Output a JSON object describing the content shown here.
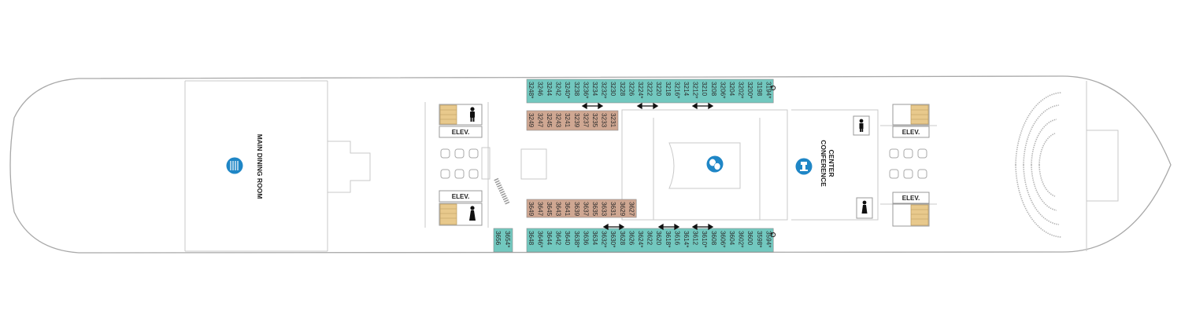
{
  "venues": {
    "dining": "MAIN DINING ROOM",
    "conference": "CONFERENCE CENTER",
    "elevator": "ELEV."
  },
  "icons": {
    "dining": "fork-knife-icon",
    "theater": "theater-masks-icon",
    "conference": "podium-icon",
    "restroom": "person-icon",
    "accessible": "wheelchair-icon",
    "connecting": "double-arrow-icon"
  },
  "colors": {
    "balcony": "#72c8bf",
    "interior": "#cfa792",
    "icon": "#1f86c6",
    "elevator": "#e8c98c"
  },
  "cabins": {
    "top_outer": [
      "3248*",
      "3246",
      "3244",
      "3242",
      "3240*",
      "3238",
      "3236*",
      "3234",
      "3232*",
      "3230",
      "3228",
      "3226",
      "3224*",
      "3222",
      "3220",
      "3218",
      "3216*",
      "3214",
      "3212*",
      "3210",
      "3208",
      "3206*",
      "3204",
      "3202*",
      "3200*",
      "3198",
      "3194*"
    ],
    "top_inner": [
      "3249",
      "3247",
      "3245",
      "3243",
      "3241",
      "3239",
      "3237",
      "3235",
      "3233",
      "3231"
    ],
    "bottom_inner": [
      "3649",
      "3647",
      "3645",
      "3643",
      "3641",
      "3639",
      "3637",
      "3635",
      "3633",
      "3631",
      "3629",
      "3627"
    ],
    "bottom_outer_aft": [
      "3656",
      "3654*"
    ],
    "bottom_outer": [
      "3648",
      "3646*",
      "3644",
      "3642",
      "3640",
      "3638*",
      "3636",
      "3634",
      "3632*",
      "3630*",
      "3628",
      "3626",
      "3624*",
      "3622",
      "3620",
      "3618*",
      "3616",
      "3614*",
      "3612",
      "3610*",
      "3608",
      "3606*",
      "3604",
      "3602*",
      "3600",
      "3598*",
      "3594*"
    ]
  }
}
